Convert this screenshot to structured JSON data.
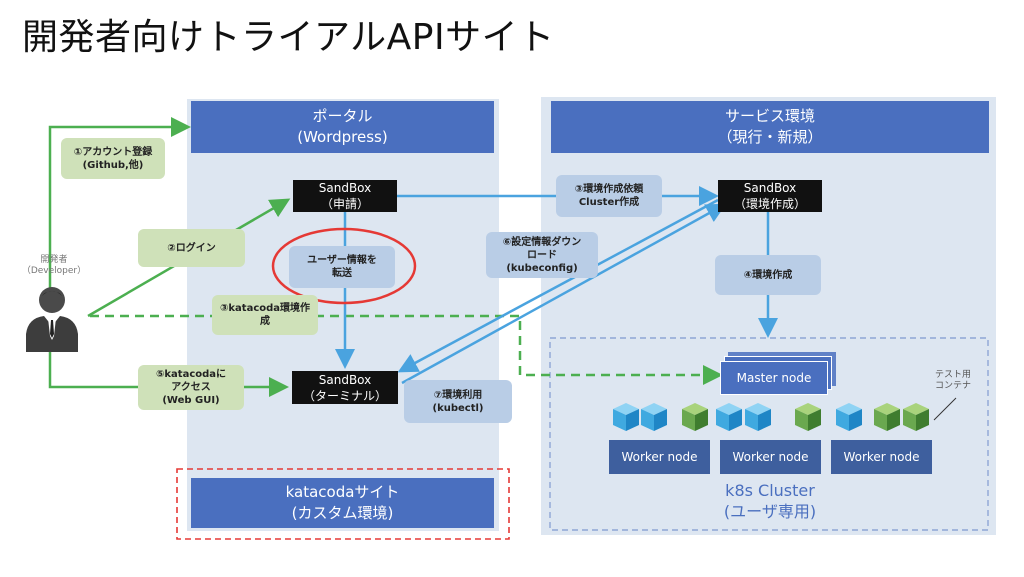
{
  "title": "開発者向けトライアルAPIサイト",
  "portal": {
    "line1": "ポータル",
    "line2": "(Wordpress)"
  },
  "service": {
    "line1": "サービス環境",
    "line2": "（現行・新規）"
  },
  "katacoda": {
    "line1": "katacodaサイト",
    "line2": "(カスタム環境)"
  },
  "sandbox_apply": {
    "line1": "SandBox",
    "line2": "（申請）"
  },
  "sandbox_env": {
    "line1": "SandBox",
    "line2": "（環境作成）"
  },
  "sandbox_terminal": {
    "line1": "SandBox",
    "line2": "（ターミナル）"
  },
  "user_info": {
    "line1": "ユーザー情報を",
    "line2": "転送"
  },
  "steps": {
    "s1": {
      "line1": "①アカウント登録",
      "line2": "(Github,他)"
    },
    "s2": {
      "line1": "②ログイン"
    },
    "s3a": {
      "line1": "③katacoda環境作",
      "line2": "成"
    },
    "s3b": {
      "line1": "③環境作成依頼",
      "line2": "Cluster作成"
    },
    "s4": {
      "line1": "④環境作成"
    },
    "s5": {
      "line1": "⑤katacodaに",
      "line2": "アクセス",
      "line3": "(Web GUI)"
    },
    "s6": {
      "line1": "⑥設定情報ダウン",
      "line2": "ロード",
      "line3": "(kubeconfig)"
    },
    "s7": {
      "line1": "⑦環境利用",
      "line2": "(kubectl)"
    }
  },
  "developer": {
    "line1": "開発者",
    "line2": "（Developer）"
  },
  "master_node": "Master node",
  "worker_nodes": [
    "Worker node",
    "Worker node",
    "Worker node"
  ],
  "test_container": {
    "line1": "テスト用",
    "line2": "コンテナ"
  },
  "k8s": {
    "line1": "k8s Cluster",
    "line2": "(ユーザ専用)"
  },
  "colors": {
    "header": "#4a6fbf",
    "panel": "#dde6f1",
    "green": "#4caf50",
    "blue": "#4aa3df",
    "red": "#e53935"
  },
  "icons": {
    "developer": "person-icon",
    "container_blue": "blue-cube-icon",
    "container_green": "green-cube-icon"
  }
}
